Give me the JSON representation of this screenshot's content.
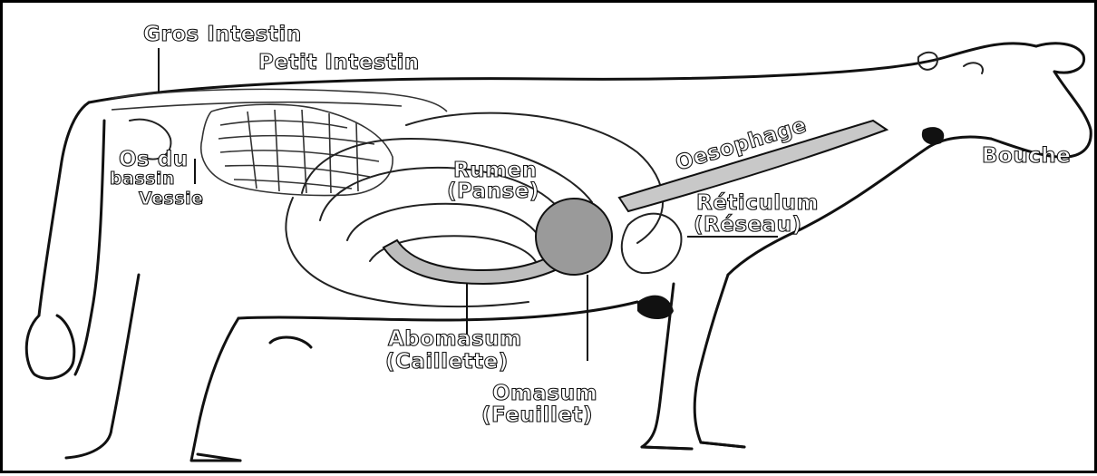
{
  "labels": {
    "gros_intestin": "Gros Intestin",
    "petit_intestin": "Petit Intestin",
    "os_du_bassin_1": "Os du",
    "os_du_bassin_2": "bassin",
    "vessie": "Vessie",
    "rumen_1": "Rumen",
    "rumen_2": "(Panse)",
    "oesophage": "Oesophage",
    "bouche": "Bouche",
    "reticulum_1": "Réticulum",
    "reticulum_2": "(Réseau)",
    "abomasum_1": "Abomasum",
    "abomasum_2": "(Caillette)",
    "omasum_1": "Omasum",
    "omasum_2": "(Feuillet)"
  },
  "colors": {
    "outline": "#111111",
    "organ_fill": "#bdbdbd",
    "omasum_fill": "#9a9a9a",
    "background": "#ffffff"
  }
}
